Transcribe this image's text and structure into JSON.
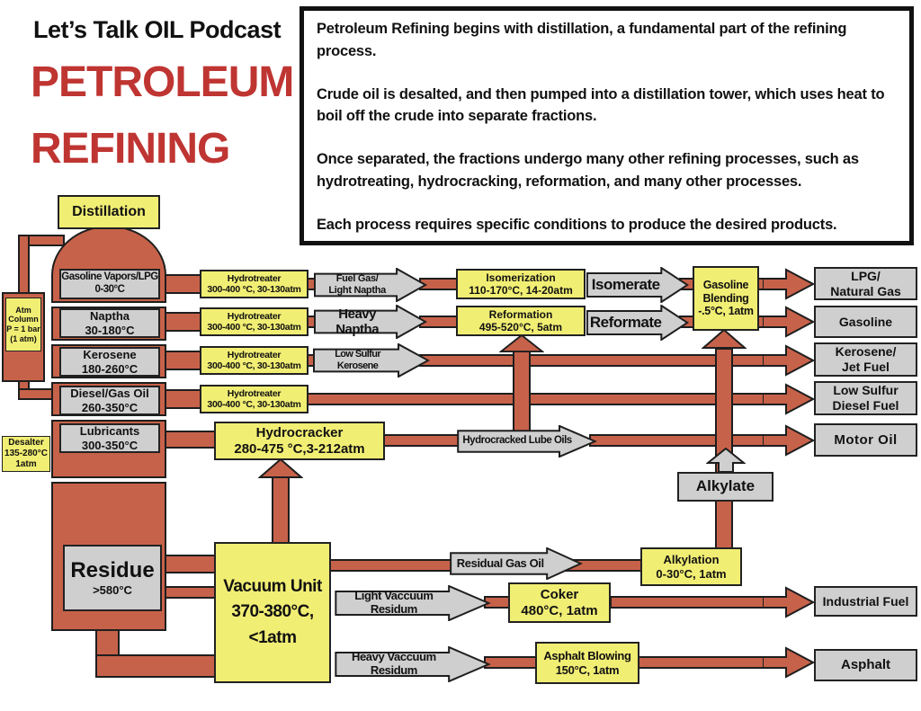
{
  "header": {
    "podcast": "Let’s Talk OIL Podcast",
    "title_line1": "PETROLEUM",
    "title_line2": "REFINING"
  },
  "info_box": {
    "p1": "Petroleum Refining begins with distillation, a fundamental part of the refining process.",
    "p2": "Crude oil is desalted, and then pumped into a distillation tower, which uses heat to boil off the crude into separate fractions.",
    "p3": "Once separated, the fractions undergo many other refining processes, such as hydrotreating, hydrocracking, reformation, and many other processes.",
    "p4": "Each process requires specific conditions to produce the desired products."
  },
  "tower": {
    "label": "Distillation",
    "atm_column": "Atm Column\nP = 1 bar\n(1 atm)",
    "desalter": "Desalter\n135-280°C\n1atm",
    "fractions": {
      "gasoline_vapors": "Gasoline Vapors/LPG\n0-30°C",
      "naptha": "Naptha\n30-180°C",
      "kerosene": "Kerosene\n180-260°C",
      "diesel": "Diesel/Gas Oil\n260-350°C",
      "lubricants": "Lubricants\n300-350°C"
    },
    "residue_name": "Residue",
    "residue_temp": ">580°C"
  },
  "processes": {
    "hydrotreater": "Hydrotreater\n300-400 °C, 30-130atm",
    "hydrocracker": "Hydrocracker\n280-475 °C,3-212atm",
    "isomerization": "Isomerization\n110-170°C, 14-20atm",
    "reformation": "Reformation\n495-520°C, 5atm",
    "gasoline_blending": "Gasoline\nBlending\n-.5°C, 1atm",
    "vacuum_unit": "Vacuum Unit\n370-380°C,\n<1atm",
    "alkylation": "Alkylation\n0-30°C, 1atm",
    "coker": "Coker\n480°C, 1atm",
    "asphalt_blowing": "Asphalt Blowing\n150°C, 1atm"
  },
  "streams": {
    "fuel_gas": "Fuel Gas/\nLight Naptha",
    "heavy_naptha": "Heavy Naptha",
    "low_sulfur_kerosene": "Low Sulfur Kerosene",
    "isomerate": "Isomerate",
    "reformate": "Reformate",
    "hydrocracked_lube_oils": "Hydrocracked Lube Oils",
    "alkylate": "Alkylate",
    "residual_gas_oil": "Residual Gas Oil",
    "light_vaccuum_residum": "Light Vaccuum Residum",
    "heavy_vaccuum_residum": "Heavy Vaccuum Residum"
  },
  "products": {
    "lpg": "LPG/\nNatural Gas",
    "gasoline": "Gasoline",
    "kerosene_jet": "Kerosene/\nJet Fuel",
    "low_sulfur_diesel": "Low Sulfur\nDiesel Fuel",
    "motor_oil": "Motor Oil",
    "industrial_fuel": "Industrial Fuel",
    "asphalt": "Asphalt"
  },
  "colors": {
    "pipe_red": "#c7624a",
    "box_yellow": "#f1ee74",
    "box_gray": "#cfcfcf",
    "title_red": "#bf3532",
    "outline": "#1e1e1e"
  }
}
